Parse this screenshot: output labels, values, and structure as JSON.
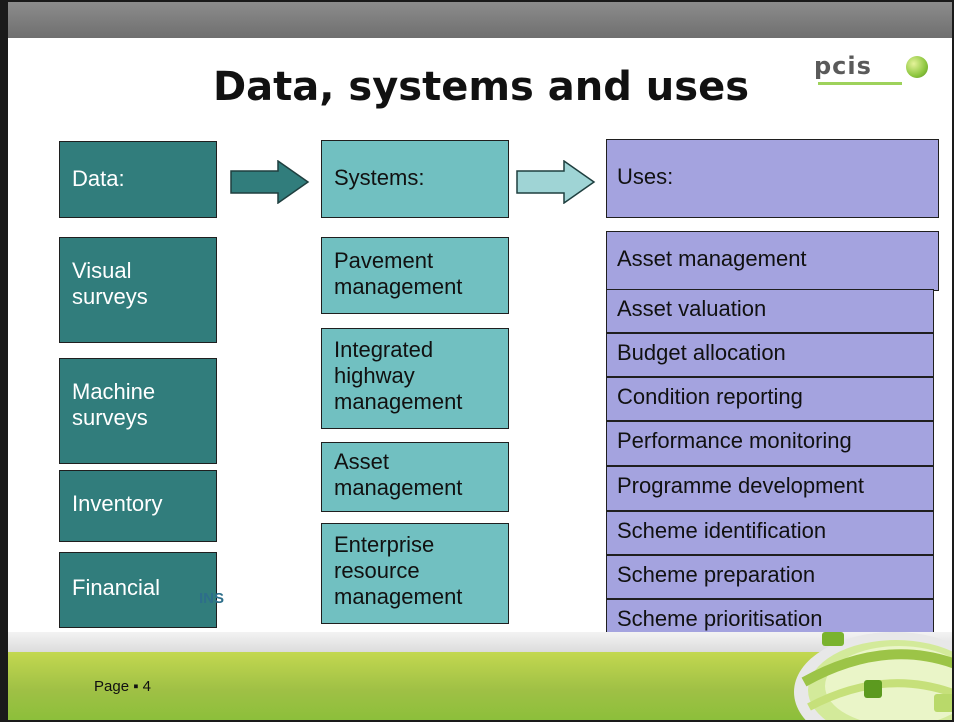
{
  "slide": {
    "title": "Data, systems and uses",
    "page_label": "Page ▪ 4",
    "partial_logo_text": "INS"
  },
  "logo": {
    "text": "pcis",
    "icon": "green-ball-icon"
  },
  "colors": {
    "data_box": "#317d7c",
    "systems_box": "#71c0c1",
    "uses_box": "#a4a3df",
    "arrow_dark": "#317d7c",
    "arrow_light": "#9fd4d5",
    "footer_green": "#9fc045",
    "top_bar": "#7a7a7a"
  },
  "columns": {
    "data": {
      "header": "Data:",
      "items": [
        "Visual surveys",
        "Machine surveys",
        "Inventory",
        "Financial"
      ]
    },
    "systems": {
      "header": "Systems:",
      "items": [
        "Pavement management",
        "Integrated highway management",
        "Asset management",
        "Enterprise resource management"
      ]
    },
    "uses": {
      "header": "Uses:",
      "items": [
        "Asset management",
        "Asset valuation",
        "Budget allocation",
        "Condition reporting",
        "Performance monitoring",
        "Programme development",
        "Scheme identification",
        "Scheme preparation",
        "Scheme prioritisation"
      ]
    }
  }
}
